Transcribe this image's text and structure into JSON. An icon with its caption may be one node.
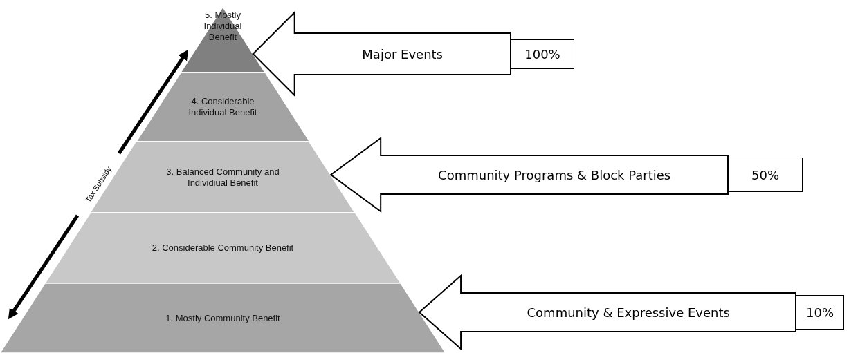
{
  "diagram": {
    "nodes": [
      {
        "text": [
          "5. Mostly Individual Benefit"
        ]
      },
      {
        "text": [
          "100%"
        ]
      },
      {
        "text": [
          "4. Considerable Individual Benefit"
        ]
      },
      {
        "text": [
          "3. Balanced Community and Individiual Benefit"
        ]
      },
      {
        "text": [
          "50%"
        ]
      },
      {
        "text": [
          "2. Considerable Community Benefit"
        ]
      },
      {
        "text": [
          "1. Mostly Community Benefit"
        ]
      },
      {
        "text": [
          "10%"
        ]
      }
    ],
    "edges": [
      {
        "from": 1,
        "to": 0,
        "arrow": "to",
        "label": "Major Events"
      },
      {
        "from": 4,
        "to": 3,
        "arrow": "to",
        "label": "Community Programs & Block Parties"
      },
      {
        "from": 7,
        "to": 6,
        "arrow": "to",
        "label": "Community & Expressive Events"
      }
    ],
    "labels": [
      "Tax Subsidy"
    ]
  }
}
